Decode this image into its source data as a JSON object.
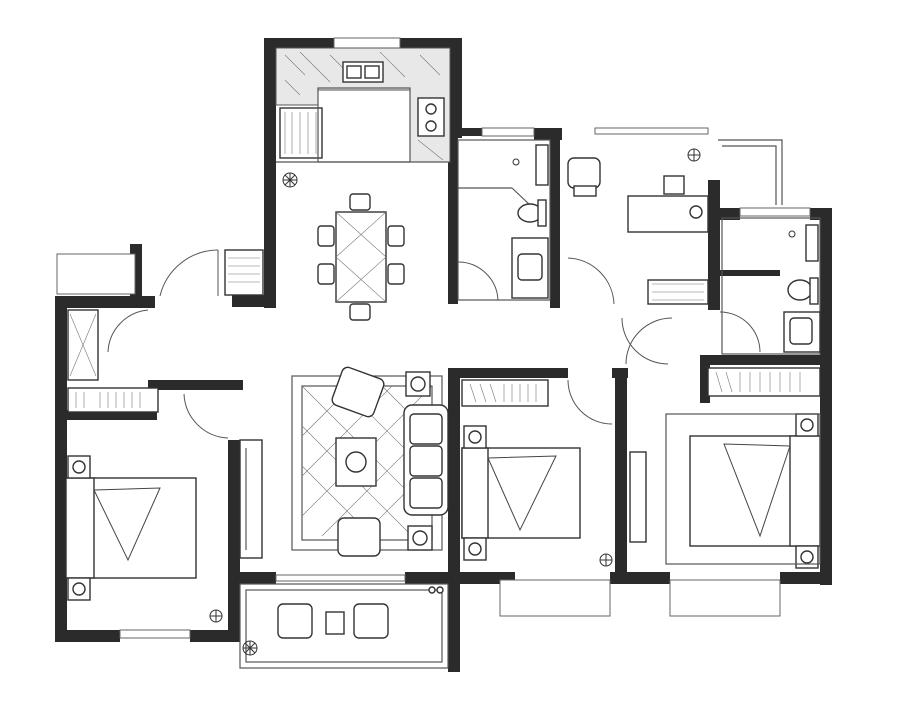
{
  "plan": {
    "rooms": [
      {
        "id": "kitchen",
        "furniture": [
          "sink-icon",
          "stove-icon",
          "fridge-icon"
        ]
      },
      {
        "id": "dining",
        "furniture": [
          "dining-table-icon",
          "chair-icon"
        ]
      },
      {
        "id": "bathroom-1",
        "furniture": [
          "toilet-icon",
          "washbasin-icon"
        ]
      },
      {
        "id": "study",
        "furniture": [
          "desk-icon",
          "armchair-icon"
        ]
      },
      {
        "id": "bathroom-2",
        "furniture": [
          "toilet-icon",
          "washbasin-icon"
        ]
      },
      {
        "id": "living",
        "furniture": [
          "sofa-icon",
          "armchair-icon",
          "coffee-table-icon",
          "rug-icon"
        ]
      },
      {
        "id": "bedroom-1",
        "furniture": [
          "bed-icon",
          "wardrobe-icon"
        ]
      },
      {
        "id": "bedroom-2",
        "furniture": [
          "bed-icon",
          "wardrobe-icon"
        ]
      },
      {
        "id": "bedroom-3",
        "furniture": [
          "bed-icon",
          "wardrobe-icon"
        ]
      },
      {
        "id": "balcony",
        "furniture": [
          "lounge-chair-icon",
          "side-table-icon"
        ]
      }
    ],
    "colors": {
      "wall": "#2b2b2b",
      "line": "#444444",
      "background": "#ffffff"
    }
  }
}
